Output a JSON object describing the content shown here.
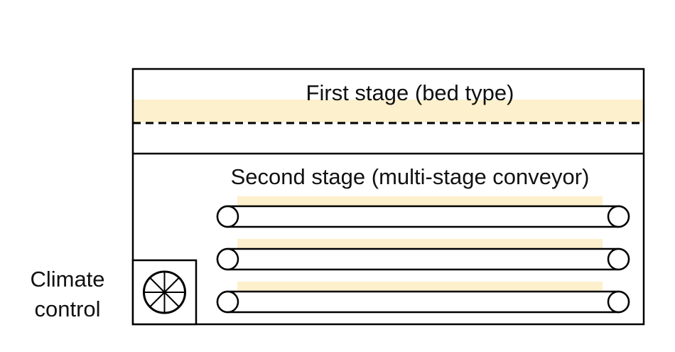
{
  "first_stage": {
    "label": "First stage (bed type)"
  },
  "second_stage": {
    "label": "Second stage (multi-stage conveyor)",
    "conveyor_count": 3
  },
  "climate_control": {
    "label_line1": "Climate",
    "label_line2": "control",
    "icon": "fan-icon"
  },
  "colors": {
    "outline": "#000000",
    "material_layer": "#fdf0cc",
    "background": "#ffffff"
  }
}
